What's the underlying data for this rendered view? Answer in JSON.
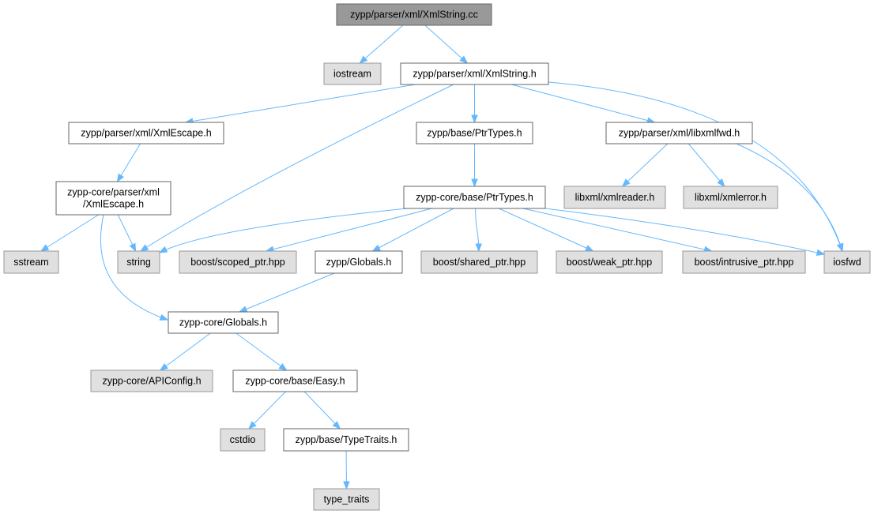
{
  "colors": {
    "edge": "#63b8ff",
    "root_fill": "#999999",
    "internal_fill": "#ffffff",
    "external_fill": "#e0e0e0",
    "border": "#666666"
  },
  "nodes": [
    {
      "id": "n_xmlstring_cc",
      "kind": "root",
      "lines": [
        "zypp/parser/xml/XmlString.cc"
      ]
    },
    {
      "id": "n_iostream",
      "kind": "external",
      "lines": [
        "iostream"
      ]
    },
    {
      "id": "n_xmlstring_h",
      "kind": "internal",
      "lines": [
        "zypp/parser/xml/XmlString.h"
      ]
    },
    {
      "id": "n_xmlescape_h",
      "kind": "internal",
      "lines": [
        "zypp/parser/xml/XmlEscape.h"
      ]
    },
    {
      "id": "n_base_ptrtypes_h",
      "kind": "internal",
      "lines": [
        "zypp/base/PtrTypes.h"
      ]
    },
    {
      "id": "n_libxmlfwd_h",
      "kind": "internal",
      "lines": [
        "zypp/parser/xml/libxmlfwd.h"
      ]
    },
    {
      "id": "n_core_xmlescape_h",
      "kind": "internal",
      "lines": [
        "zypp-core/parser/xml",
        "/XmlEscape.h"
      ]
    },
    {
      "id": "n_core_ptrtypes_h",
      "kind": "internal",
      "lines": [
        "zypp-core/base/PtrTypes.h"
      ]
    },
    {
      "id": "n_xmlreader_h",
      "kind": "external",
      "lines": [
        "libxml/xmlreader.h"
      ]
    },
    {
      "id": "n_xmlerror_h",
      "kind": "external",
      "lines": [
        "libxml/xmlerror.h"
      ]
    },
    {
      "id": "n_sstream",
      "kind": "external",
      "lines": [
        "sstream"
      ]
    },
    {
      "id": "n_string",
      "kind": "external",
      "lines": [
        "string"
      ]
    },
    {
      "id": "n_scoped_ptr",
      "kind": "external",
      "lines": [
        "boost/scoped_ptr.hpp"
      ]
    },
    {
      "id": "n_globals_h",
      "kind": "internal",
      "lines": [
        "zypp/Globals.h"
      ]
    },
    {
      "id": "n_shared_ptr",
      "kind": "external",
      "lines": [
        "boost/shared_ptr.hpp"
      ]
    },
    {
      "id": "n_weak_ptr",
      "kind": "external",
      "lines": [
        "boost/weak_ptr.hpp"
      ]
    },
    {
      "id": "n_intrusive_ptr",
      "kind": "external",
      "lines": [
        "boost/intrusive_ptr.hpp"
      ]
    },
    {
      "id": "n_iosfwd",
      "kind": "external",
      "lines": [
        "iosfwd"
      ]
    },
    {
      "id": "n_core_globals_h",
      "kind": "internal",
      "lines": [
        "zypp-core/Globals.h"
      ]
    },
    {
      "id": "n_apiconfig_h",
      "kind": "external",
      "lines": [
        "zypp-core/APIConfig.h"
      ]
    },
    {
      "id": "n_easy_h",
      "kind": "internal",
      "lines": [
        "zypp-core/base/Easy.h"
      ]
    },
    {
      "id": "n_cstdio",
      "kind": "external",
      "lines": [
        "cstdio"
      ]
    },
    {
      "id": "n_typetraits_h",
      "kind": "internal",
      "lines": [
        "zypp/base/TypeTraits.h"
      ]
    },
    {
      "id": "n_type_traits",
      "kind": "external",
      "lines": [
        "type_traits"
      ]
    }
  ],
  "edges": [
    [
      "n_xmlstring_cc",
      "n_iostream"
    ],
    [
      "n_xmlstring_cc",
      "n_xmlstring_h"
    ],
    [
      "n_xmlstring_h",
      "n_xmlescape_h"
    ],
    [
      "n_xmlstring_h",
      "n_string"
    ],
    [
      "n_xmlstring_h",
      "n_base_ptrtypes_h"
    ],
    [
      "n_xmlstring_h",
      "n_libxmlfwd_h"
    ],
    [
      "n_xmlstring_h",
      "n_iosfwd"
    ],
    [
      "n_xmlescape_h",
      "n_core_xmlescape_h"
    ],
    [
      "n_core_xmlescape_h",
      "n_sstream"
    ],
    [
      "n_core_xmlescape_h",
      "n_string"
    ],
    [
      "n_core_xmlescape_h",
      "n_core_globals_h"
    ],
    [
      "n_base_ptrtypes_h",
      "n_core_ptrtypes_h"
    ],
    [
      "n_libxmlfwd_h",
      "n_xmlreader_h"
    ],
    [
      "n_libxmlfwd_h",
      "n_xmlerror_h"
    ],
    [
      "n_libxmlfwd_h",
      "n_iosfwd"
    ],
    [
      "n_core_ptrtypes_h",
      "n_string"
    ],
    [
      "n_core_ptrtypes_h",
      "n_scoped_ptr"
    ],
    [
      "n_core_ptrtypes_h",
      "n_globals_h"
    ],
    [
      "n_core_ptrtypes_h",
      "n_shared_ptr"
    ],
    [
      "n_core_ptrtypes_h",
      "n_weak_ptr"
    ],
    [
      "n_core_ptrtypes_h",
      "n_intrusive_ptr"
    ],
    [
      "n_core_ptrtypes_h",
      "n_iosfwd"
    ],
    [
      "n_globals_h",
      "n_core_globals_h"
    ],
    [
      "n_core_globals_h",
      "n_apiconfig_h"
    ],
    [
      "n_core_globals_h",
      "n_easy_h"
    ],
    [
      "n_easy_h",
      "n_cstdio"
    ],
    [
      "n_easy_h",
      "n_typetraits_h"
    ],
    [
      "n_typetraits_h",
      "n_type_traits"
    ]
  ]
}
